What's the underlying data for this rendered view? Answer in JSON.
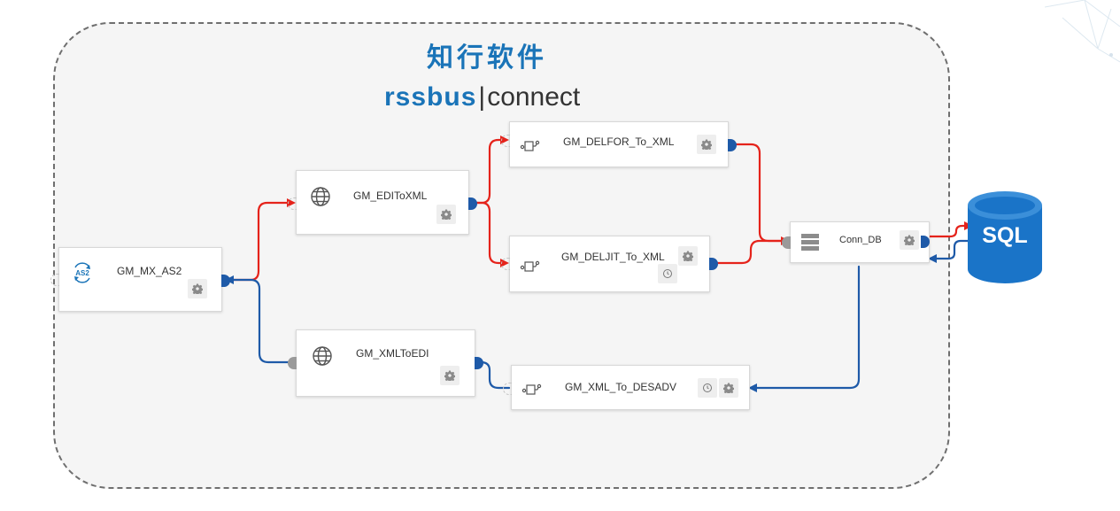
{
  "header": {
    "company_name": "知行软件",
    "brand_left": "rssbus",
    "brand_sep": "|",
    "brand_right": "connect"
  },
  "colors": {
    "accent_blue": "#1a74b8",
    "flow_red": "#e5231b",
    "flow_blue": "#1e5aa8"
  },
  "nodes": {
    "as2": {
      "label": "GM_MX_AS2",
      "icon": "as2-icon",
      "icon_text": "AS2"
    },
    "editoxml": {
      "label": "GM_EDIToXML",
      "icon": "globe-icon"
    },
    "xmltoedi": {
      "label": "GM_XMLToEDI",
      "icon": "globe-icon"
    },
    "delfor": {
      "label": "GM_DELFOR_To_XML",
      "icon": "xml-map-icon"
    },
    "deljit": {
      "label": "GM_DELJIT_To_XML",
      "icon": "xml-map-icon"
    },
    "desadv": {
      "label": "GM_XML_To_DESADV",
      "icon": "xml-map-icon"
    },
    "conndb": {
      "label": "Conn_DB",
      "icon": "database-stack-icon"
    }
  },
  "database": {
    "label": "SQL",
    "icon": "database-cylinder-icon"
  }
}
